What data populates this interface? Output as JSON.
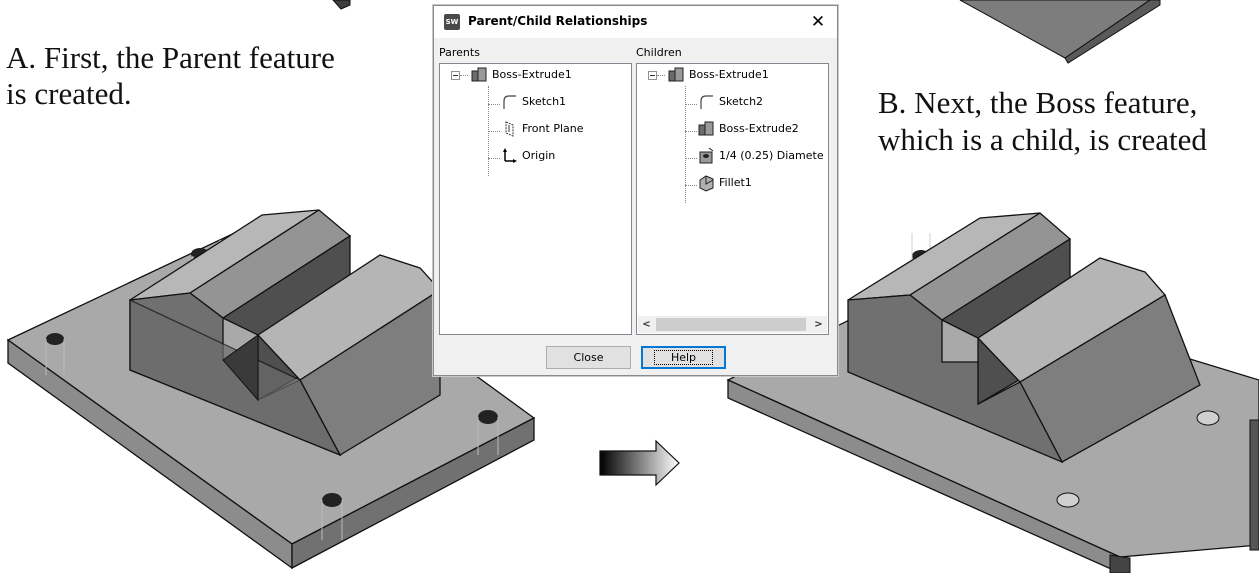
{
  "captions": {
    "a_line1": "A. First, the Parent feature",
    "a_line2": "is created.",
    "b_line1": "B. Next, the Boss feature,",
    "b_line2": "which is a child, is created"
  },
  "dialog": {
    "title": "Parent/Child Relationships",
    "close_glyph": "✕",
    "parents_label": "Parents",
    "children_label": "Children",
    "parents": [
      {
        "label": "Boss-Extrude1",
        "icon": "boss-extrude-icon"
      },
      {
        "label": "Sketch1",
        "icon": "sketch-icon"
      },
      {
        "label": "Front Plane",
        "icon": "plane-icon"
      },
      {
        "label": "Origin",
        "icon": "origin-icon"
      }
    ],
    "children": [
      {
        "label": "Boss-Extrude1",
        "icon": "boss-extrude-icon"
      },
      {
        "label": "Sketch2",
        "icon": "sketch-icon"
      },
      {
        "label": "Boss-Extrude2",
        "icon": "boss-extrude-icon"
      },
      {
        "label": "1/4 (0.25) Diamete",
        "icon": "hole-wizard-icon"
      },
      {
        "label": "Fillet1",
        "icon": "fillet-icon"
      }
    ],
    "close_button": "Close",
    "help_button": "Help",
    "scroll_left": "<",
    "scroll_right": ">"
  },
  "colors": {
    "top_face": "#a9a9a9",
    "front_face": "#8c8c8c",
    "side_face": "#757575",
    "dark_face": "#505050",
    "dialog_bg": "#f0f0f0"
  }
}
